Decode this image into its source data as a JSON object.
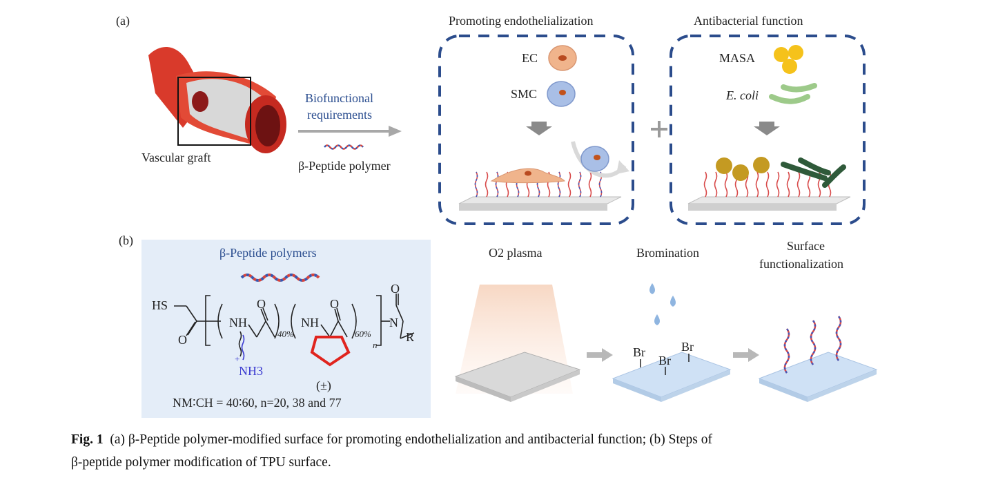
{
  "panel_a": {
    "tag": "(a)",
    "vascular_graft_label": "Vascular graft",
    "arrow_label_line1": "Biofunctional",
    "arrow_label_line2": "requirements",
    "polymer_label": "β-Peptide polymer",
    "box1_title": "Promoting endothelialization",
    "box1_ec": "EC",
    "box1_smc": "SMC",
    "box2_title": "Antibacterial function",
    "box2_masa": "MASA",
    "box2_ecoli": "E. coli",
    "plus": "+"
  },
  "panel_b": {
    "tag": "(b)",
    "title": "β-Peptide polymers",
    "hs": "HS",
    "nh1": "NH",
    "nh2": "NH",
    "o1": "O",
    "o2": "O",
    "o3": "O",
    "o4": "O",
    "n": "N",
    "r": "R",
    "sub40": "40%",
    "sub60": "60%",
    "subn": "n",
    "nh3": "NH3",
    "plus": "+",
    "racemic": "(±)",
    "ratio": "NM∶CH = 40∶60, n=20, 38 and 77",
    "step1": "O2 plasma",
    "step2": "Bromination",
    "step3_line1": "Surface",
    "step3_line2": "functionalization",
    "br": "Br"
  },
  "caption": {
    "fig": "Fig. 1",
    "text_line1": "(a) β-Peptide polymer-modified surface for promoting endothelialization and antibacterial function; (b) Steps of",
    "text_line2": "β-peptide polymer modification of TPU surface."
  },
  "colors": {
    "dash_border": "#2b4c8c",
    "artery_red": "#d93a2b",
    "panel_bg": "#e4edf8",
    "ring_red": "#e0241e"
  }
}
